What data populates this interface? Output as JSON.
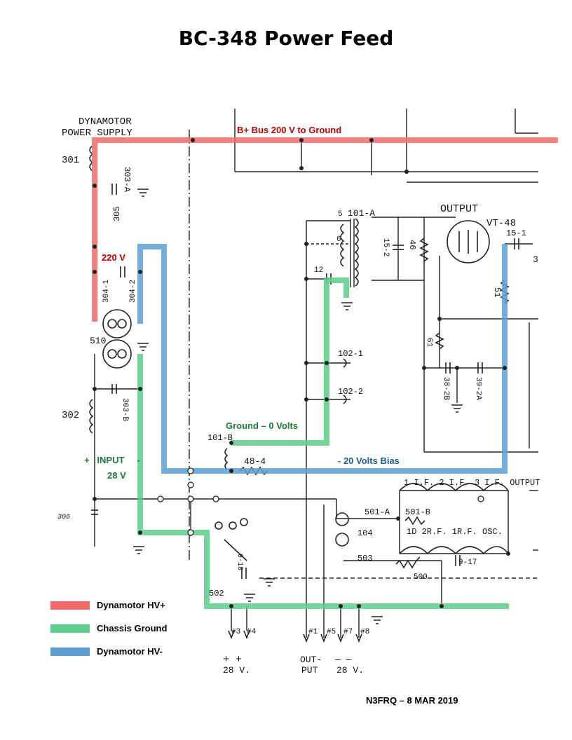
{
  "title": "BC-348 Power Feed",
  "credit": "N3FRQ – 8 MAR 2019",
  "colors": {
    "hv_plus": "#f26b6b",
    "ground": "#5ccf8c",
    "hv_minus": "#5b9fd4",
    "hv_plus_text": "#c00000",
    "ground_text": "#1f7a3a",
    "hv_minus_text": "#1f5c94"
  },
  "annotations": {
    "b_bus": "B+ Bus 200 V to Ground",
    "v220": "220 V",
    "ground_zero": "Ground – 0 Volts",
    "bias": "- 20 Volts Bias",
    "input_line1": "+   INPUT     -",
    "input_line2": "28 V"
  },
  "legend": [
    {
      "label": "Dynamotor HV+",
      "color": "#f26b6b"
    },
    {
      "label": "Chassis Ground",
      "color": "#5ccf8c"
    },
    {
      "label": "Dynamotor HV-",
      "color": "#5b9fd4"
    }
  ],
  "schematic": {
    "block_title_1": "DYNAMOTOR",
    "block_title_2": "POWER  SUPPLY",
    "output_label": "OUTPUT",
    "tube": "VT-48",
    "labels": {
      "l301": "301",
      "l303a": "303-A",
      "l305": "305",
      "l3041": "304-1",
      "l3042": "304-2",
      "l510": "510",
      "l302": "302",
      "l303b": "303-B",
      "l306": "306",
      "l101a": "101-A",
      "l5": "5",
      "l6": "6",
      "l152": "15-2",
      "l46": "46",
      "l151": "15-1",
      "l12": "12",
      "l51": "51",
      "l61": "61",
      "l382b": "38-2B",
      "l392a": "39-2A",
      "l1021": "102-1",
      "l1022": "102-2",
      "l101b": "101-B",
      "l484": "48-4",
      "l501a": "501-A",
      "l501b": "501-B",
      "l104": "104",
      "l503": "503",
      "l500": "500",
      "l917": "9-17",
      "l918": "9-18",
      "l502": "502",
      "if_stages": "1 I.F.  2 I.F.  3 I.F.  OUTPUT",
      "rf_stages": "1D  2R.F.  1R.F.  OSC.",
      "l3": "#3",
      "l4": "#4",
      "l1": "#1",
      "l5b": "#5",
      "l7": "#7",
      "l8": "#8",
      "v28": "28 V.",
      "out1": "OUT-",
      "out2": "PUT",
      "v28b": "28 V.",
      "plus": "+   +",
      "minus": "—   —",
      "l3edge": "3"
    }
  }
}
